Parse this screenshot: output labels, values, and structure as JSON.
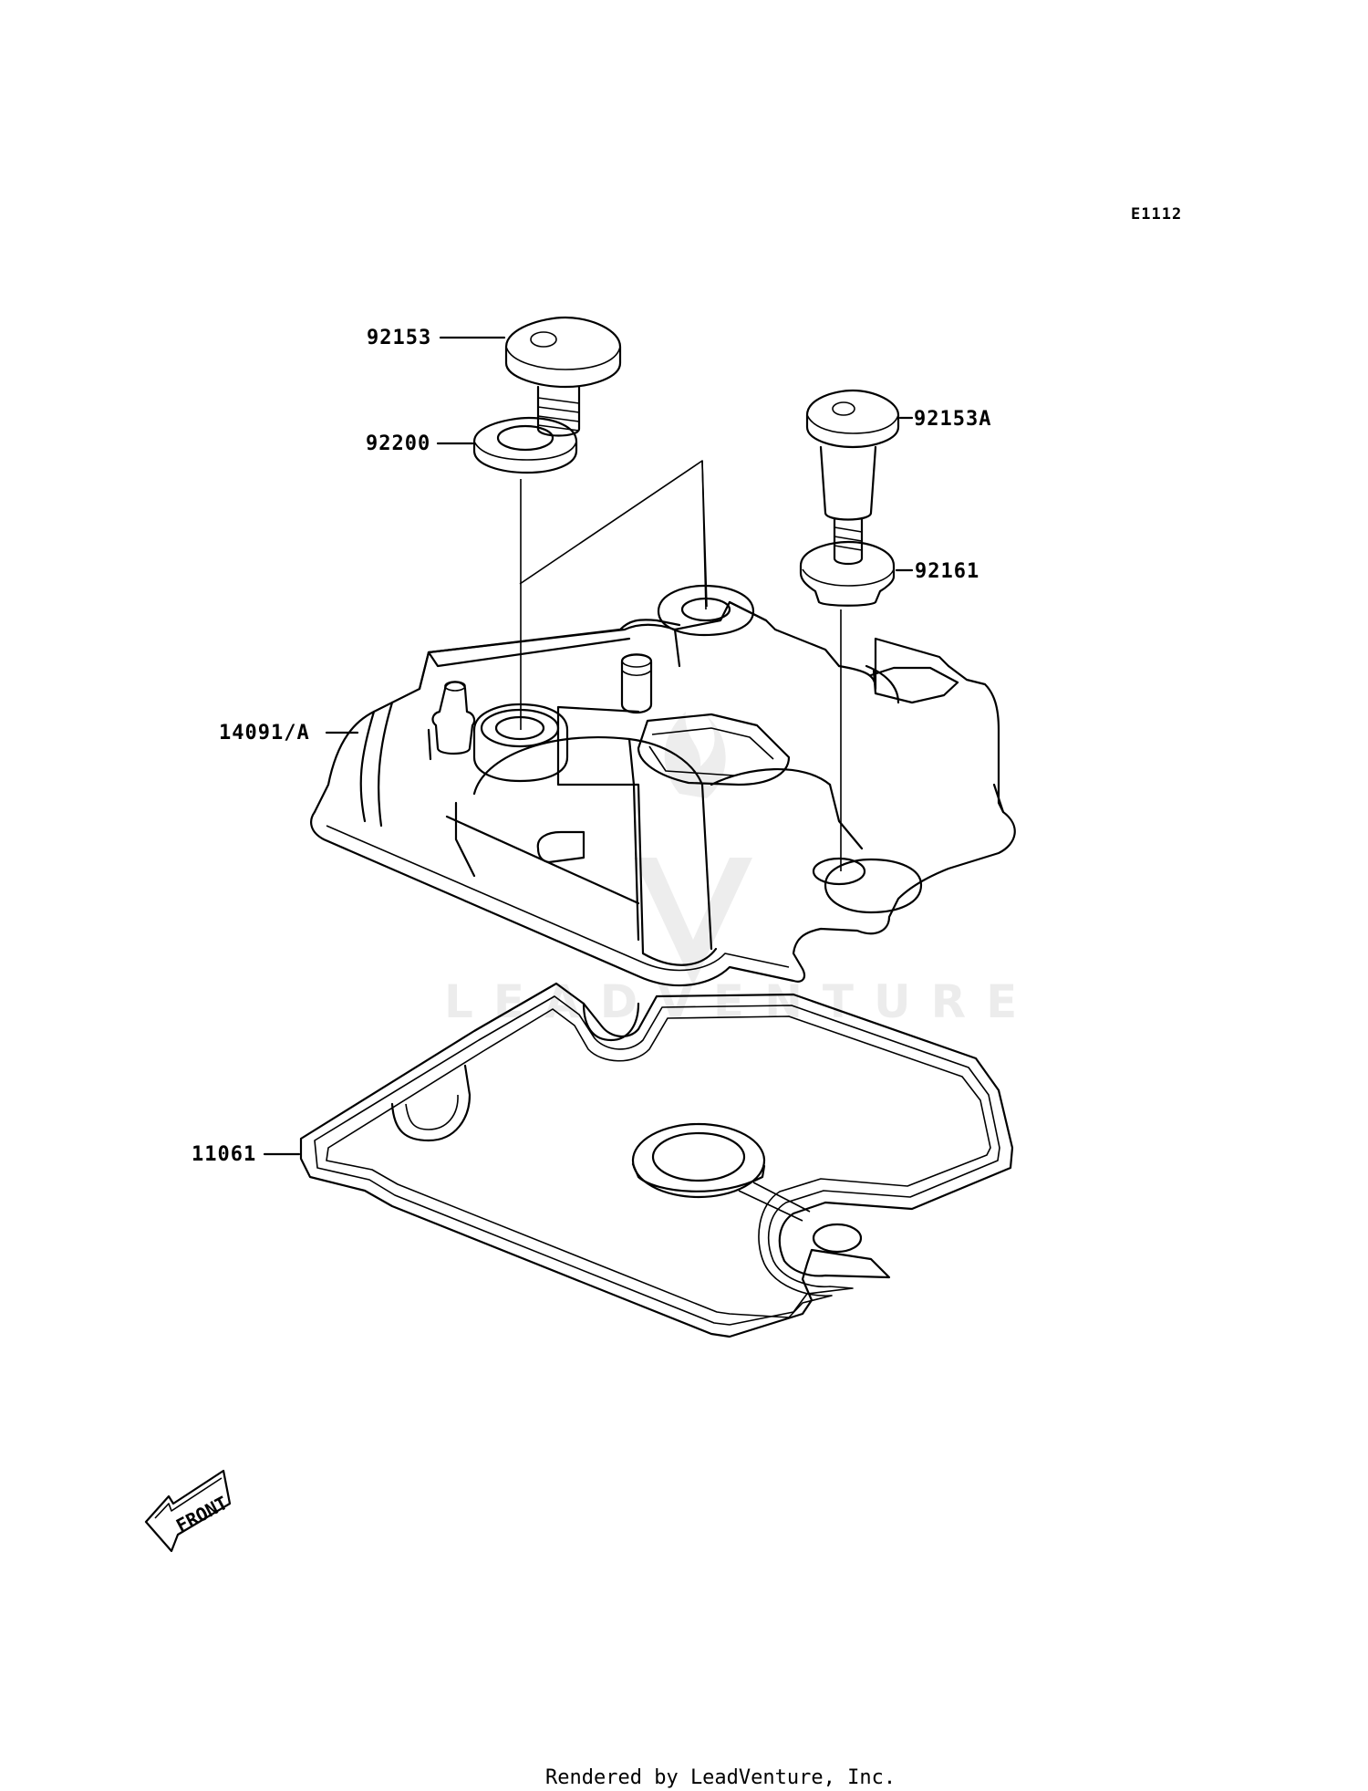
{
  "diagram_code": "E1112",
  "parts": [
    {
      "id": "p1",
      "number": "92153"
    },
    {
      "id": "p2",
      "number": "92200"
    },
    {
      "id": "p3",
      "number": "92153A"
    },
    {
      "id": "p4",
      "number": "92161"
    },
    {
      "id": "p5",
      "number": "14091/A"
    },
    {
      "id": "p6",
      "number": "11061"
    }
  ],
  "front_label": "FRONT",
  "watermark": "LEADVENTURE",
  "footer": "Rendered by LeadVenture, Inc."
}
